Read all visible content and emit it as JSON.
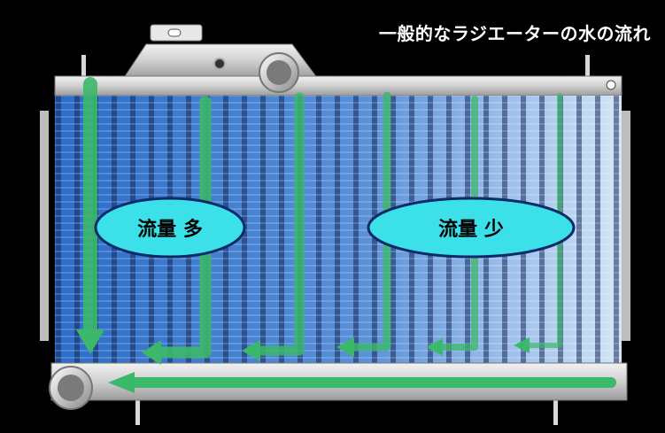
{
  "diagram": {
    "title": "一般的なラジエーターの水の流れ",
    "labels": {
      "high_flow": "流量 多",
      "low_flow": "流量 少"
    },
    "colors": {
      "background": "#000000",
      "core_dark": "#2a6fd0",
      "core_light": "#c7ddf5",
      "arrow": "#3cb86a",
      "ellipse_fill": "#3ce0e8",
      "ellipse_stroke": "#0a2a6a",
      "tank": "#d6d6d6"
    },
    "icons": [
      "radiator-cap-icon",
      "inlet-pipe-icon",
      "outlet-pipe-icon",
      "drain-plug-icon",
      "flow-arrow-icon"
    ]
  }
}
